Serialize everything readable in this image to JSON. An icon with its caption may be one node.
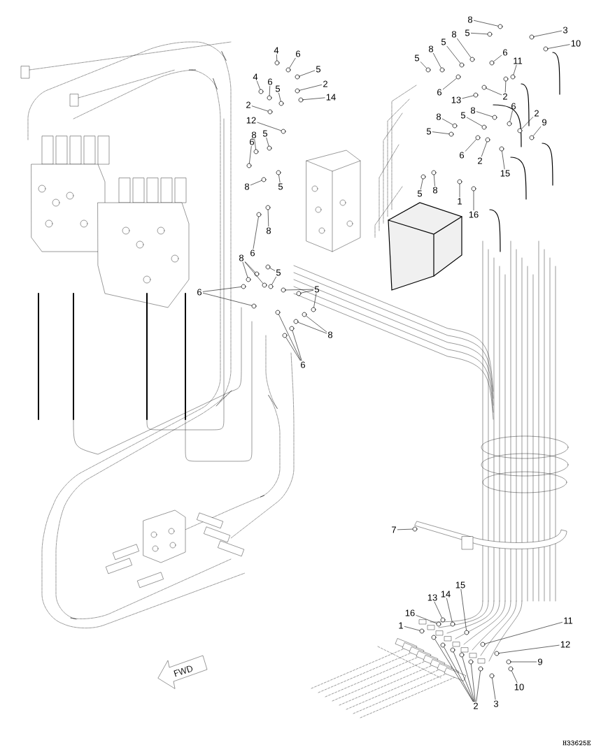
{
  "diagram": {
    "nodes": [
      {
        "text": [
          "8"
        ]
      },
      {
        "text": [
          "5"
        ]
      },
      {
        "text": [
          "3"
        ]
      },
      {
        "text": [
          "10"
        ]
      },
      {
        "text": [
          "4"
        ]
      },
      {
        "text": [
          "6"
        ]
      },
      {
        "text": [
          "8"
        ]
      },
      {
        "text": [
          "5"
        ]
      },
      {
        "text": [
          "6"
        ]
      },
      {
        "text": [
          "11"
        ]
      },
      {
        "text": [
          "5"
        ]
      },
      {
        "text": [
          "4"
        ]
      },
      {
        "text": [
          "8"
        ]
      },
      {
        "text": [
          "5"
        ]
      },
      {
        "text": [
          "6"
        ]
      },
      {
        "text": [
          "2"
        ]
      },
      {
        "text": [
          "5"
        ]
      },
      {
        "text": [
          "6"
        ]
      },
      {
        "text": [
          "2"
        ]
      },
      {
        "text": [
          "14"
        ]
      },
      {
        "text": [
          "13"
        ]
      },
      {
        "text": [
          "2"
        ]
      },
      {
        "text": [
          "6"
        ]
      },
      {
        "text": [
          "8"
        ]
      },
      {
        "text": [
          "2"
        ]
      },
      {
        "text": [
          "5"
        ]
      },
      {
        "text": [
          "8"
        ]
      },
      {
        "text": [
          "12"
        ]
      },
      {
        "text": [
          "9"
        ]
      },
      {
        "text": [
          "5"
        ]
      },
      {
        "text": [
          "5"
        ]
      },
      {
        "text": [
          "8"
        ]
      },
      {
        "text": [
          "6"
        ]
      },
      {
        "text": [
          "6"
        ]
      },
      {
        "text": [
          "2"
        ]
      },
      {
        "text": [
          "15"
        ]
      },
      {
        "text": [
          "8"
        ]
      },
      {
        "text": [
          "5"
        ]
      },
      {
        "text": [
          "5"
        ]
      },
      {
        "text": [
          "8"
        ]
      },
      {
        "text": [
          "1"
        ]
      },
      {
        "text": [
          "16"
        ]
      },
      {
        "text": [
          "8"
        ]
      },
      {
        "text": [
          "6"
        ]
      },
      {
        "text": [
          "8"
        ]
      },
      {
        "text": [
          "5"
        ]
      },
      {
        "text": [
          "6"
        ]
      },
      {
        "text": [
          "5"
        ]
      },
      {
        "text": [
          "8"
        ]
      },
      {
        "text": [
          "6"
        ]
      },
      {
        "text": [
          "7"
        ]
      },
      {
        "text": [
          "13"
        ]
      },
      {
        "text": [
          "14"
        ]
      },
      {
        "text": [
          "15"
        ]
      },
      {
        "text": [
          "16"
        ]
      },
      {
        "text": [
          "1"
        ]
      },
      {
        "text": [
          "11"
        ]
      },
      {
        "text": [
          "12"
        ]
      },
      {
        "text": [
          "9"
        ]
      },
      {
        "text": [
          "10"
        ]
      },
      {
        "text": [
          "3"
        ]
      },
      {
        "text": [
          "2"
        ]
      },
      {
        "text": [],
        "shape": "circle"
      },
      {
        "text": [],
        "shape": "circle"
      },
      {
        "text": [],
        "shape": "circle"
      },
      {
        "text": [],
        "shape": "circle"
      },
      {
        "text": [],
        "shape": "circle"
      },
      {
        "text": [],
        "shape": "circle"
      },
      {
        "text": [],
        "shape": "circle"
      },
      {
        "text": [],
        "shape": "circle"
      },
      {
        "text": [],
        "shape": "circle"
      },
      {
        "text": [],
        "shape": "circle"
      },
      {
        "text": [],
        "shape": "circle"
      },
      {
        "text": [],
        "shape": "circle"
      },
      {
        "text": [],
        "shape": "circle"
      },
      {
        "text": [],
        "shape": "circle"
      },
      {
        "text": [],
        "shape": "circle"
      },
      {
        "text": [],
        "shape": "circle"
      },
      {
        "text": [],
        "shape": "circle"
      },
      {
        "text": [],
        "shape": "circle"
      },
      {
        "text": [],
        "shape": "circle"
      },
      {
        "text": [],
        "shape": "circle"
      },
      {
        "text": [],
        "shape": "circle"
      },
      {
        "text": [],
        "shape": "circle"
      },
      {
        "text": [],
        "shape": "circle"
      },
      {
        "text": [],
        "shape": "circle"
      },
      {
        "text": [],
        "shape": "circle"
      },
      {
        "text": [],
        "shape": "circle"
      },
      {
        "text": [],
        "shape": "circle"
      },
      {
        "text": [],
        "shape": "circle"
      },
      {
        "text": [],
        "shape": "circle"
      },
      {
        "text": [],
        "shape": "circle"
      },
      {
        "text": [],
        "shape": "circle"
      },
      {
        "text": [],
        "shape": "circle"
      },
      {
        "text": [],
        "shape": "circle"
      },
      {
        "text": [],
        "shape": "circle"
      },
      {
        "text": [],
        "shape": "circle"
      },
      {
        "text": [],
        "shape": "circle"
      },
      {
        "text": [],
        "shape": "circle"
      },
      {
        "text": [],
        "shape": "circle"
      },
      {
        "text": [],
        "shape": "circle"
      },
      {
        "text": [],
        "shape": "circle"
      },
      {
        "text": [],
        "shape": "circle"
      },
      {
        "text": [],
        "shape": "circle"
      },
      {
        "text": [],
        "shape": "circle"
      },
      {
        "text": [],
        "shape": "circle"
      },
      {
        "text": [],
        "shape": "circle"
      },
      {
        "text": [],
        "shape": "circle"
      },
      {
        "text": [],
        "shape": "circle"
      },
      {
        "text": [],
        "shape": "circle"
      },
      {
        "text": [],
        "shape": "circle"
      },
      {
        "text": [],
        "shape": "circle"
      },
      {
        "text": [],
        "shape": "circle"
      },
      {
        "text": [],
        "shape": "circle"
      },
      {
        "text": [],
        "shape": "circle"
      },
      {
        "text": [],
        "shape": "circle"
      },
      {
        "text": [],
        "shape": "circle"
      },
      {
        "text": [],
        "shape": "circle"
      },
      {
        "text": [],
        "shape": "circle"
      },
      {
        "text": [],
        "shape": "circle"
      },
      {
        "text": [],
        "shape": "circle"
      },
      {
        "text": [],
        "shape": "circle"
      },
      {
        "text": [],
        "shape": "circle"
      },
      {
        "text": [],
        "shape": "circle"
      },
      {
        "text": [],
        "shape": "circle"
      },
      {
        "text": [],
        "shape": "circle"
      },
      {
        "text": [],
        "shape": "circle"
      },
      {
        "text": [],
        "shape": "circle"
      },
      {
        "text": [],
        "shape": "circle"
      },
      {
        "text": [],
        "shape": "circle"
      },
      {
        "text": [],
        "shape": "circle"
      },
      {
        "text": [],
        "shape": "circle"
      },
      {
        "text": [],
        "shape": "circle"
      },
      {
        "text": [],
        "shape": "circle"
      },
      {
        "text": [],
        "shape": "circle"
      },
      {
        "text": [],
        "shape": "circle"
      },
      {
        "text": [],
        "shape": "circle"
      },
      {
        "text": [],
        "shape": "circle"
      },
      {
        "text": [],
        "shape": "circle"
      }
    ],
    "edges": [
      {
        "from": 0,
        "to": 62,
        "arrow": "none"
      },
      {
        "from": 1,
        "to": 63,
        "arrow": "none"
      },
      {
        "from": 2,
        "to": 64,
        "arrow": "none"
      },
      {
        "from": 3,
        "to": 65,
        "arrow": "none"
      },
      {
        "from": 4,
        "to": 66,
        "arrow": "none"
      },
      {
        "from": 5,
        "to": 67,
        "arrow": "none"
      },
      {
        "from": 6,
        "to": 68,
        "arrow": "none"
      },
      {
        "from": 7,
        "to": 69,
        "arrow": "none"
      },
      {
        "from": 8,
        "to": 70,
        "arrow": "none"
      },
      {
        "from": 9,
        "to": 71,
        "arrow": "none"
      },
      {
        "from": 10,
        "to": 72,
        "arrow": "none"
      },
      {
        "from": 11,
        "to": 73,
        "arrow": "none"
      },
      {
        "from": 12,
        "to": 74,
        "arrow": "none"
      },
      {
        "from": 13,
        "to": 75,
        "arrow": "none"
      },
      {
        "from": 14,
        "to": 76,
        "arrow": "none"
      },
      {
        "from": 15,
        "to": 77,
        "arrow": "none"
      },
      {
        "from": 16,
        "to": 78,
        "arrow": "none"
      },
      {
        "from": 17,
        "to": 79,
        "arrow": "none"
      },
      {
        "from": 18,
        "to": 80,
        "arrow": "none"
      },
      {
        "from": 18,
        "to": 81,
        "arrow": "none"
      },
      {
        "from": 19,
        "to": 82,
        "arrow": "none"
      },
      {
        "from": 20,
        "to": 83,
        "arrow": "none"
      },
      {
        "from": 21,
        "to": 84,
        "arrow": "none"
      },
      {
        "from": 22,
        "to": 85,
        "arrow": "none"
      },
      {
        "from": 23,
        "to": 86,
        "arrow": "none"
      },
      {
        "from": 24,
        "to": 87,
        "arrow": "none"
      },
      {
        "from": 25,
        "to": 88,
        "arrow": "none"
      },
      {
        "from": 26,
        "to": 89,
        "arrow": "none"
      },
      {
        "from": 27,
        "to": 90,
        "arrow": "none"
      },
      {
        "from": 28,
        "to": 91,
        "arrow": "none"
      },
      {
        "from": 29,
        "to": 92,
        "arrow": "none"
      },
      {
        "from": 30,
        "to": 93,
        "arrow": "none"
      },
      {
        "from": 31,
        "to": 94,
        "arrow": "none"
      },
      {
        "from": 32,
        "to": 95,
        "arrow": "none"
      },
      {
        "from": 33,
        "to": 96,
        "arrow": "none"
      },
      {
        "from": 34,
        "to": 97,
        "arrow": "none"
      },
      {
        "from": 35,
        "to": 98,
        "arrow": "none"
      },
      {
        "from": 36,
        "to": 99,
        "arrow": "none"
      },
      {
        "from": 37,
        "to": 100,
        "arrow": "none"
      },
      {
        "from": 38,
        "to": 101,
        "arrow": "none"
      },
      {
        "from": 39,
        "to": 102,
        "arrow": "none"
      },
      {
        "from": 40,
        "to": 103,
        "arrow": "none"
      },
      {
        "from": 41,
        "to": 104,
        "arrow": "none"
      },
      {
        "from": 42,
        "to": 105,
        "arrow": "none"
      },
      {
        "from": 43,
        "to": 106,
        "arrow": "none"
      },
      {
        "from": 44,
        "to": 107,
        "arrow": "none"
      },
      {
        "from": 44,
        "to": 108,
        "arrow": "none"
      },
      {
        "from": 44,
        "to": 109,
        "arrow": "none"
      },
      {
        "from": 45,
        "to": 110,
        "arrow": "none"
      },
      {
        "from": 45,
        "to": 111,
        "arrow": "none"
      },
      {
        "from": 46,
        "to": 112,
        "arrow": "none"
      },
      {
        "from": 46,
        "to": 113,
        "arrow": "none"
      },
      {
        "from": 47,
        "to": 114,
        "arrow": "none"
      },
      {
        "from": 47,
        "to": 115,
        "arrow": "none"
      },
      {
        "from": 47,
        "to": 116,
        "arrow": "none"
      },
      {
        "from": 48,
        "to": 117,
        "arrow": "none"
      },
      {
        "from": 48,
        "to": 118,
        "arrow": "none"
      },
      {
        "from": 49,
        "to": 119,
        "arrow": "none"
      },
      {
        "from": 49,
        "to": 120,
        "arrow": "none"
      },
      {
        "from": 49,
        "to": 121,
        "arrow": "none"
      },
      {
        "from": 50,
        "to": 122,
        "arrow": "none"
      },
      {
        "from": 51,
        "to": 123,
        "arrow": "none"
      },
      {
        "from": 52,
        "to": 124,
        "arrow": "none"
      },
      {
        "from": 53,
        "to": 125,
        "arrow": "none"
      },
      {
        "from": 54,
        "to": 126,
        "arrow": "none"
      },
      {
        "from": 55,
        "to": 127,
        "arrow": "none"
      },
      {
        "from": 56,
        "to": 128,
        "arrow": "none"
      },
      {
        "from": 57,
        "to": 129,
        "arrow": "none"
      },
      {
        "from": 58,
        "to": 130,
        "arrow": "none"
      },
      {
        "from": 59,
        "to": 131,
        "arrow": "none"
      },
      {
        "from": 60,
        "to": 132,
        "arrow": "none"
      },
      {
        "from": 61,
        "to": 133,
        "arrow": "none"
      },
      {
        "from": 61,
        "to": 134,
        "arrow": "none"
      },
      {
        "from": 61,
        "to": 135,
        "arrow": "none"
      },
      {
        "from": 61,
        "to": 136,
        "arrow": "none"
      },
      {
        "from": 61,
        "to": 137,
        "arrow": "none"
      },
      {
        "from": 61,
        "to": 138,
        "arrow": "none"
      }
    ],
    "labels": [
      "FWD",
      "H33625E"
    ]
  }
}
